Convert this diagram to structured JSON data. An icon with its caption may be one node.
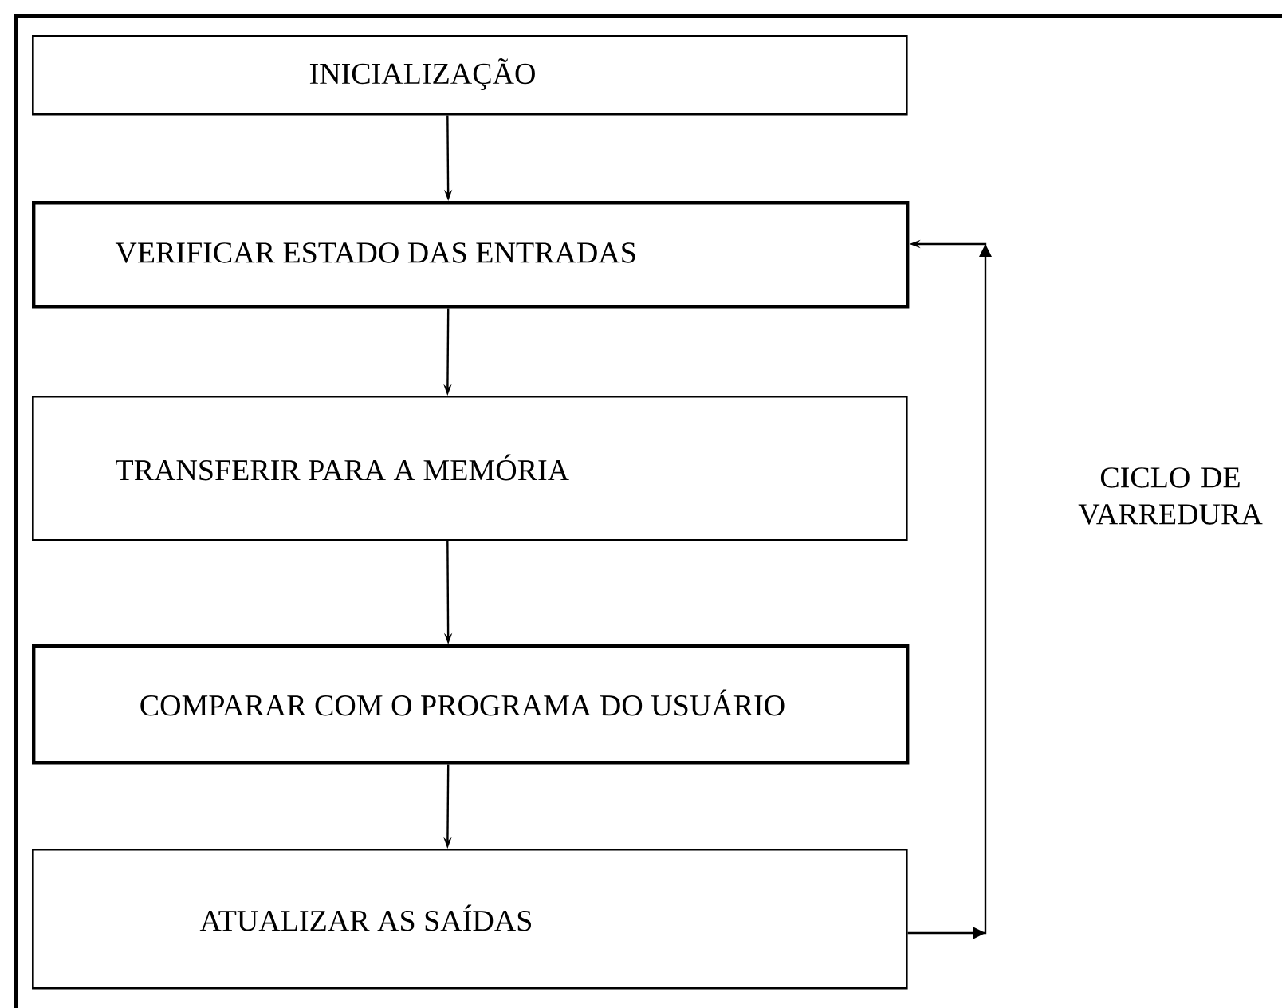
{
  "diagram": {
    "nodes": [
      {
        "text": [
          "INICIALIZAÇÃO"
        ]
      },
      {
        "text": [
          "VERIFICAR ESTADO DAS ENTRADAS"
        ]
      },
      {
        "text": [
          "TRANSFERIR PARA A MEMÓRIA"
        ]
      },
      {
        "text": [
          "COMPARAR COM O PROGRAMA DO USUÁRIO"
        ]
      },
      {
        "text": [
          "ATUALIZAR AS SAÍDAS"
        ]
      }
    ],
    "edges": [
      {
        "from": 0,
        "to": 1,
        "arrow": "to"
      },
      {
        "from": 1,
        "to": 2,
        "arrow": "to"
      },
      {
        "from": 2,
        "to": 3,
        "arrow": "to"
      },
      {
        "from": 3,
        "to": 4,
        "arrow": "to"
      },
      {
        "from": 4,
        "to": 1,
        "arrow": "to"
      }
    ],
    "labels": [
      "CICLO DE VARREDURA"
    ]
  }
}
